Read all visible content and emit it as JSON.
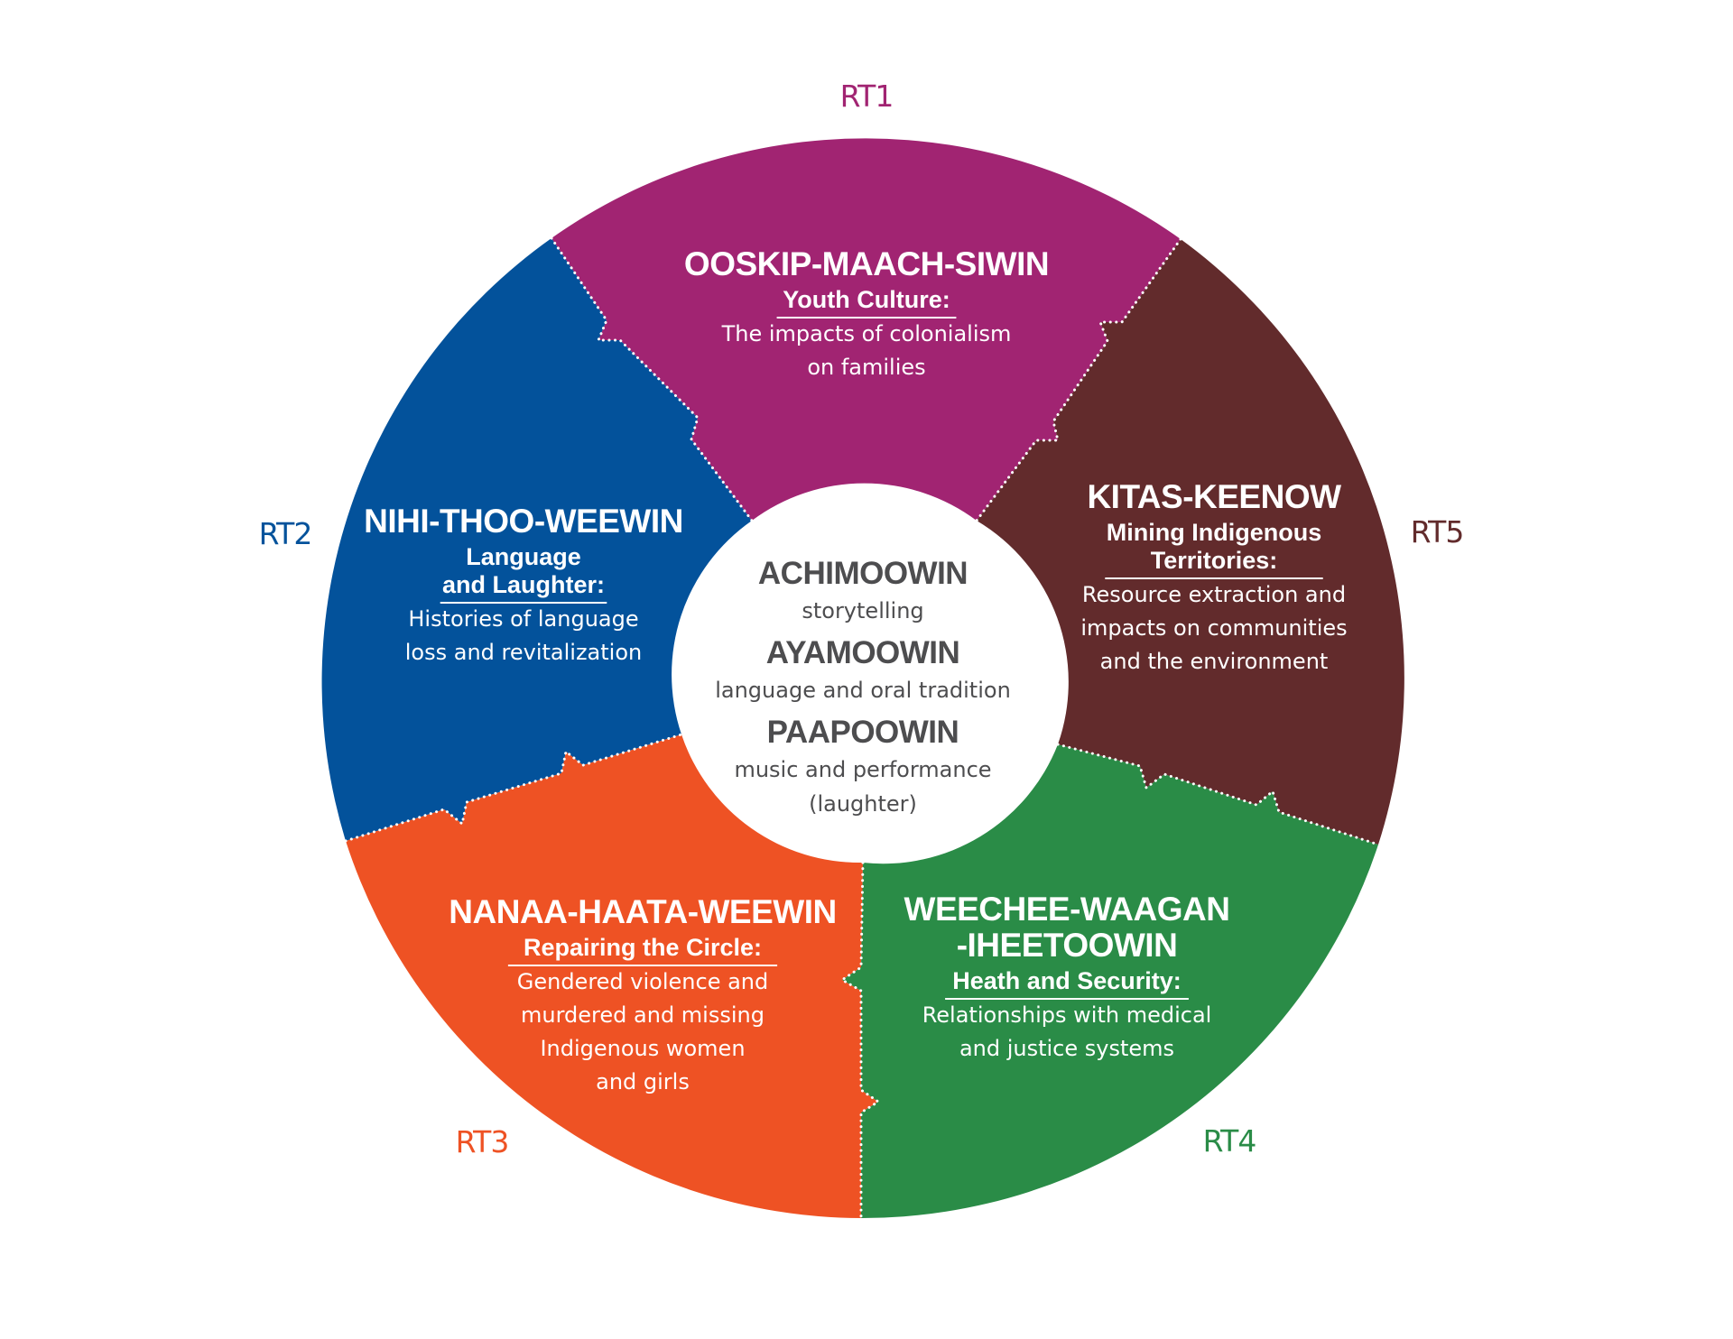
{
  "diagram": {
    "colors": {
      "rt1": "#a12472",
      "rt2": "#03529b",
      "rt3": "#ee5224",
      "rt4": "#2a8c47",
      "rt5": "#622b2c",
      "center_text": "#4d4d4f",
      "center_fill": "#ffffff"
    },
    "labels": {
      "rt1": "RT1",
      "rt2": "RT2",
      "rt3": "RT3",
      "rt4": "RT4",
      "rt5": "RT5"
    },
    "sectors": {
      "rt1": {
        "title": [
          "OOSKIP-MAACH-SIWIN"
        ],
        "subtitle": [
          "Youth Culture:"
        ],
        "description": [
          "The impacts of colonialism",
          "on families"
        ]
      },
      "rt2": {
        "title": [
          "NIHI-THOO-WEEWIN"
        ],
        "subtitle": [
          "Language",
          "and Laughter:"
        ],
        "description": [
          "Histories of language",
          "loss and revitalization"
        ]
      },
      "rt3": {
        "title": [
          "NANAA-HAATA-WEEWIN"
        ],
        "subtitle": [
          "Repairing the Circle:"
        ],
        "description": [
          "Gendered violence and",
          "murdered and missing",
          "Indigenous women",
          "and girls"
        ]
      },
      "rt4": {
        "title": [
          "WEECHEE-WAAGAN",
          "-IHEETOOWIN"
        ],
        "subtitle": [
          "Heath and Security:"
        ],
        "description": [
          "Relationships with medical",
          "and justice systems"
        ]
      },
      "rt5": {
        "title": [
          "KITAS-KEENOW"
        ],
        "subtitle": [
          "Mining Indigenous",
          "Territories:"
        ],
        "description": [
          "Resource extraction and",
          "impacts on communities",
          "and the environment"
        ]
      }
    },
    "center": {
      "items": [
        {
          "title": "ACHIMOOWIN",
          "description": [
            "storytelling"
          ]
        },
        {
          "title": "AYAMOOWIN",
          "description": [
            "language and oral tradition"
          ]
        },
        {
          "title": "PAAPOOWIN",
          "description": [
            "music and performance",
            "(laughter)"
          ]
        }
      ]
    }
  }
}
